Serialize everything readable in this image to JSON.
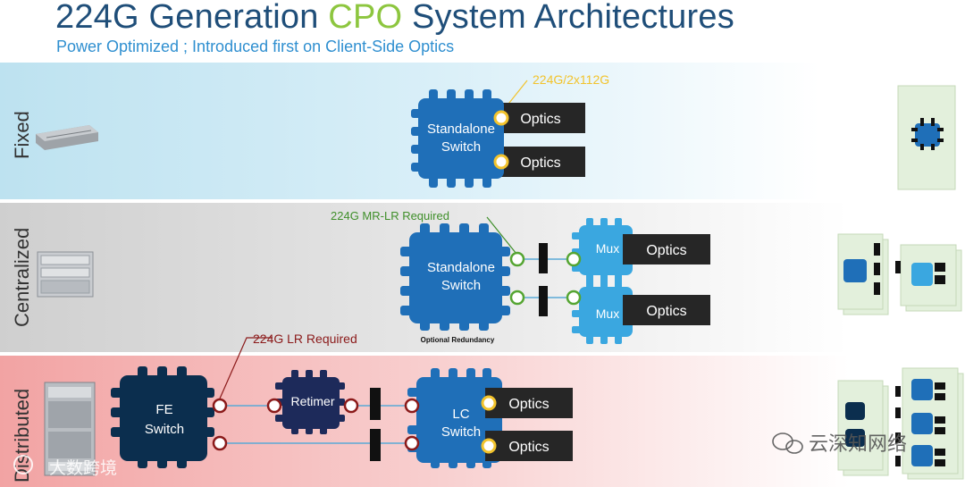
{
  "header": {
    "title_prefix": "224G Generation ",
    "title_highlight": "CPO",
    "title_suffix": " System Architectures",
    "subtitle": "Power Optimized ; Introduced first on Client-Side Optics"
  },
  "rows": {
    "fixed": {
      "label": "Fixed",
      "switch_line1": "Standalone",
      "switch_line2": "Switch",
      "optics_top": "Optics",
      "optics_bottom": "Optics",
      "annotation": "224G/2x112G"
    },
    "centralized": {
      "label": "Centralized",
      "switch_line1": "Standalone",
      "switch_line2": "Switch",
      "annotation": "224G MR-LR Required",
      "mux_top": "Mux",
      "mux_bottom": "Mux",
      "optics_top": "Optics",
      "optics_bottom": "Optics",
      "note": "Optional Redundancy"
    },
    "distributed": {
      "label": "Distributed",
      "fe_line1": "FE",
      "fe_line2": "Switch",
      "retimer": "Retimer",
      "lc_line1": "LC",
      "lc_line2": "Switch",
      "optics_top": "Optics",
      "optics_bottom": "Optics",
      "annotation": "224G LR Required"
    }
  },
  "watermarks": {
    "left": "大数跨境",
    "right": "云深知网络"
  },
  "colors": {
    "title": "#1f4e79",
    "title_highlight": "#8dc63f",
    "subtitle": "#2f8fd0",
    "chip_dark": "#0b2e4e",
    "chip_blue": "#1f6fb8",
    "chip_light": "#3aa7e0",
    "retimer": "#1d2a5a",
    "optics_box": "#262626",
    "yellow_port": "#f2c32c",
    "green_port": "#55a532",
    "red_port": "#8b1a1a"
  }
}
